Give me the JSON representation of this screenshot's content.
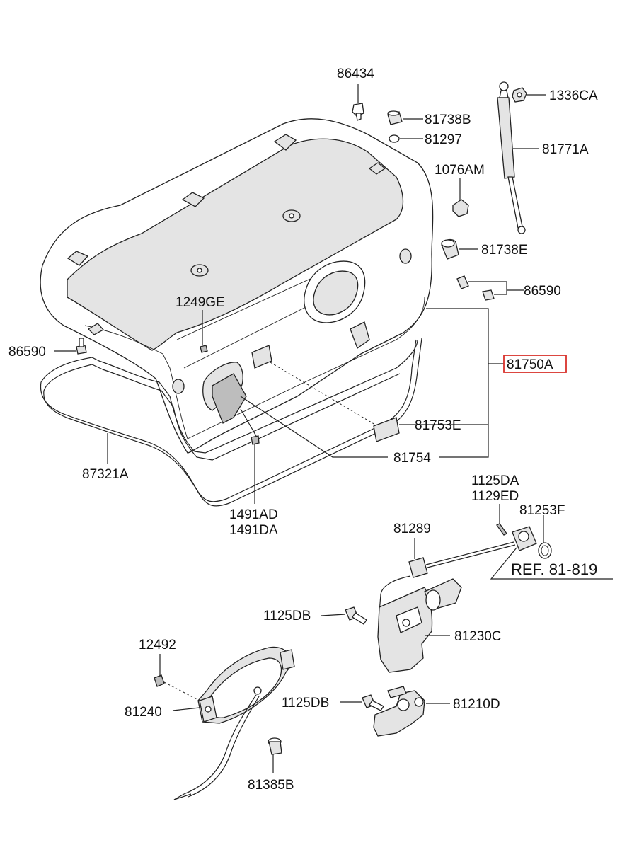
{
  "labels": {
    "p86434": "86434",
    "p1336CA": "1336CA",
    "p81738B": "81738B",
    "p81297": "81297",
    "p81771A": "81771A",
    "p1076AM": "1076AM",
    "p81738E": "81738E",
    "p86590_right": "86590",
    "p1249GE": "1249GE",
    "p86590_left": "86590",
    "p81750A": "81750A",
    "p81753E": "81753E",
    "p81754": "81754",
    "p87321A": "87321A",
    "p1491AD": "1491AD",
    "p1491DA": "1491DA",
    "p1125DA": "1125DA",
    "p1129ED": "1129ED",
    "p81253F": "81253F",
    "p81289": "81289",
    "ref": "REF. 81-819",
    "p1125DB_upper": "1125DB",
    "p81230C": "81230C",
    "p12492": "12492",
    "p81240": "81240",
    "p1125DB_lower": "1125DB",
    "p81210D": "81210D",
    "p81385B": "81385B"
  },
  "colors": {
    "highlight_box": "#d9312b",
    "line": "#222222"
  }
}
